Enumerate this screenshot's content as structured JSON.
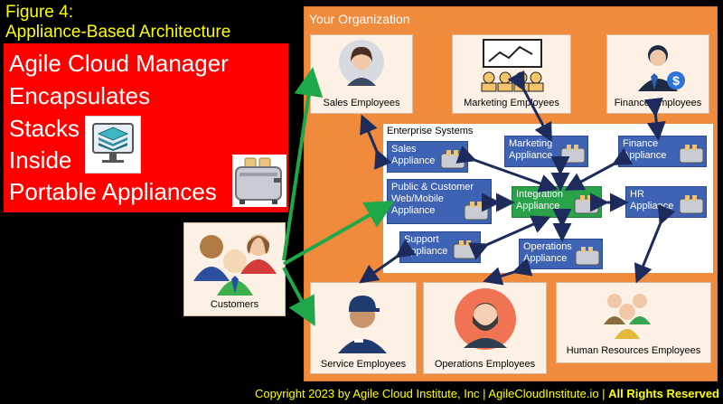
{
  "figure": {
    "number": "Figure 4:",
    "title": "Appliance-Based Architecture"
  },
  "headline_lines": [
    "Agile Cloud Manager",
    "Encapsulates",
    "Stacks",
    "Inside",
    "Portable Appliances"
  ],
  "organization": {
    "title": "Your Organization",
    "employees": {
      "sales": "Sales Employees",
      "marketing": "Marketing Employees",
      "finance": "Finance Employees",
      "service": "Service Employees",
      "operations": "Operations Employees",
      "hr": "Human Resources Employees"
    },
    "enterprise": {
      "title": "Enterprise Systems",
      "appliances": {
        "sales": "Sales\nAppliance",
        "marketing": "Marketing\nAppliance",
        "finance": "Finance\nAppliance",
        "public": "Public & Customer\nWeb/Mobile\nAppliance",
        "integration": "Integration\nAppliance",
        "hr": "HR\nAppliance",
        "support": "Support\nAppliance",
        "operations": "Operations\nAppliance"
      }
    }
  },
  "customers": "Customers",
  "copyright": {
    "text": "Copyright 2023 by Agile Cloud Institute, Inc | AgileCloudInstitute.io | ",
    "rights": "All Rights Reserved"
  },
  "colors": {
    "headline_bg": "#ff0000",
    "org_bg": "#f08a3c",
    "appliance_blue": "#3f63b4",
    "integration_green": "#2aa24a",
    "customer_arrow": "#1fa84a",
    "internal_arrow": "#1c2a5c",
    "caption": "#ffff00"
  },
  "icons": [
    "stack-layers-icon",
    "toaster-icon",
    "person-icon",
    "chart-presentation-icon",
    "businessman-dollar-icon",
    "group-people-icon"
  ]
}
